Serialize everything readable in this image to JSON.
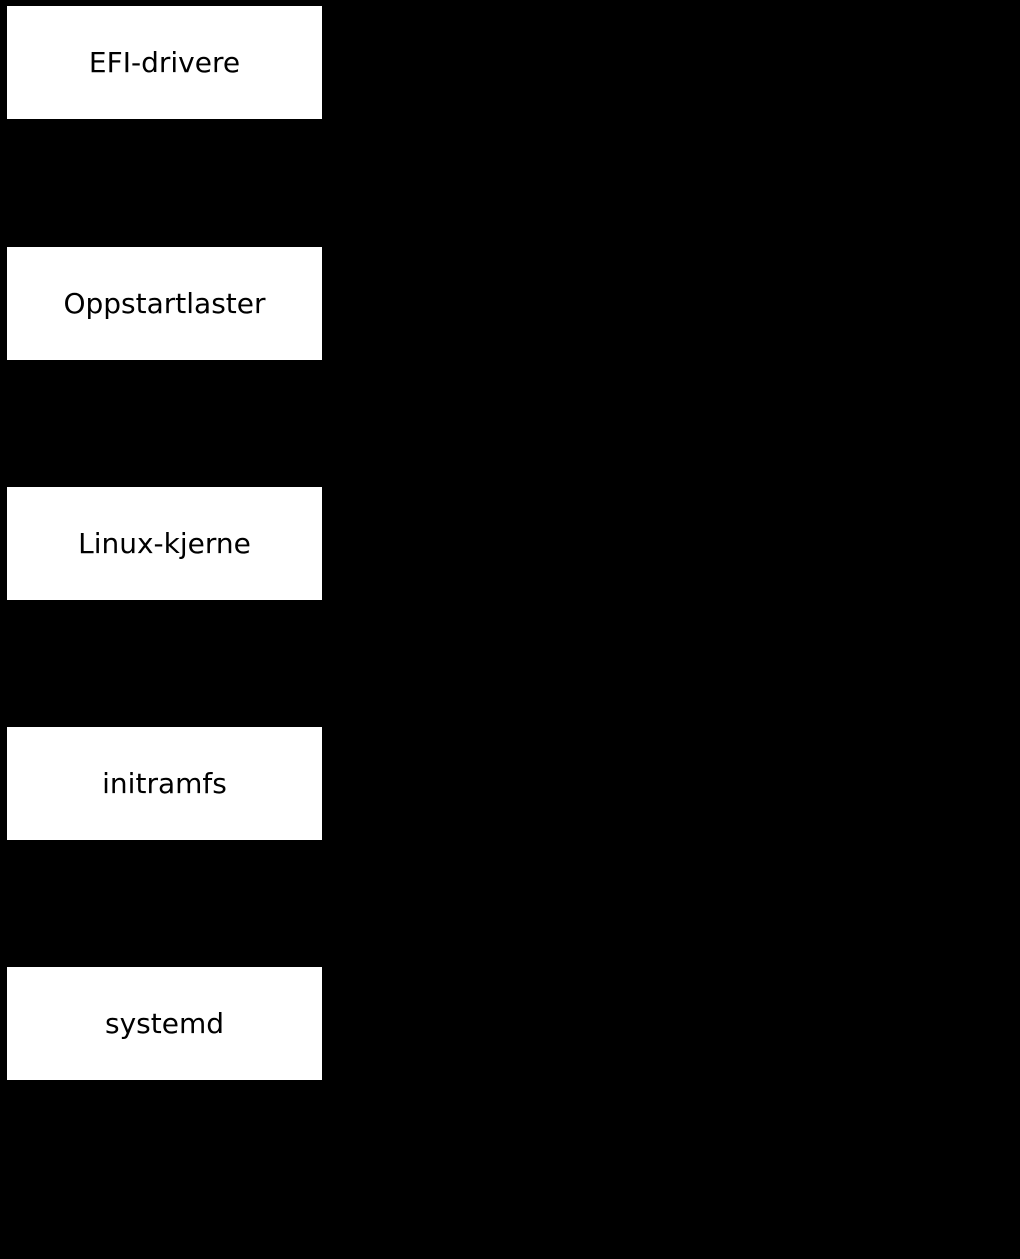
{
  "diagram": {
    "nodes": [
      {
        "label": "EFI-drivere"
      },
      {
        "label": "Oppstartlaster"
      },
      {
        "label": "Linux-kjerne"
      },
      {
        "label": "initramfs"
      },
      {
        "label": "systemd"
      }
    ],
    "colors": {
      "background": "#000000",
      "node_fill": "#ffffff",
      "node_text": "#000000"
    }
  }
}
